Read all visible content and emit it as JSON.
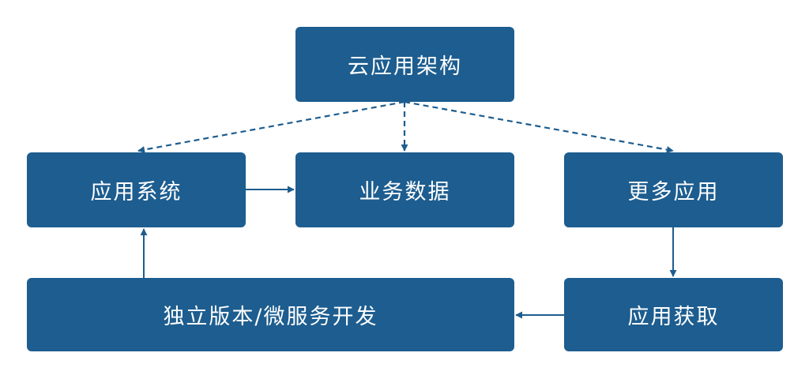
{
  "diagram": {
    "root": {
      "label": "云应用架构"
    },
    "app_system": {
      "label": "应用系统"
    },
    "business_data": {
      "label": "业务数据"
    },
    "more_apps": {
      "label": "更多应用"
    },
    "app_acquire": {
      "label": "应用获取"
    },
    "independent_dev": {
      "label": "独立版本/微服务开发"
    }
  },
  "colors": {
    "node_fill": "#1d5d8f",
    "node_text": "#ffffff",
    "connector": "#1d5d8f",
    "background": "#ffffff"
  },
  "edges": [
    {
      "from": "root",
      "to": "app_system",
      "style": "dashed"
    },
    {
      "from": "root",
      "to": "business_data",
      "style": "dashed"
    },
    {
      "from": "root",
      "to": "more_apps",
      "style": "dashed"
    },
    {
      "from": "app_system",
      "to": "business_data",
      "style": "solid"
    },
    {
      "from": "more_apps",
      "to": "app_acquire",
      "style": "solid"
    },
    {
      "from": "app_acquire",
      "to": "independent_dev",
      "style": "solid"
    },
    {
      "from": "independent_dev",
      "to": "app_system",
      "style": "solid"
    }
  ]
}
